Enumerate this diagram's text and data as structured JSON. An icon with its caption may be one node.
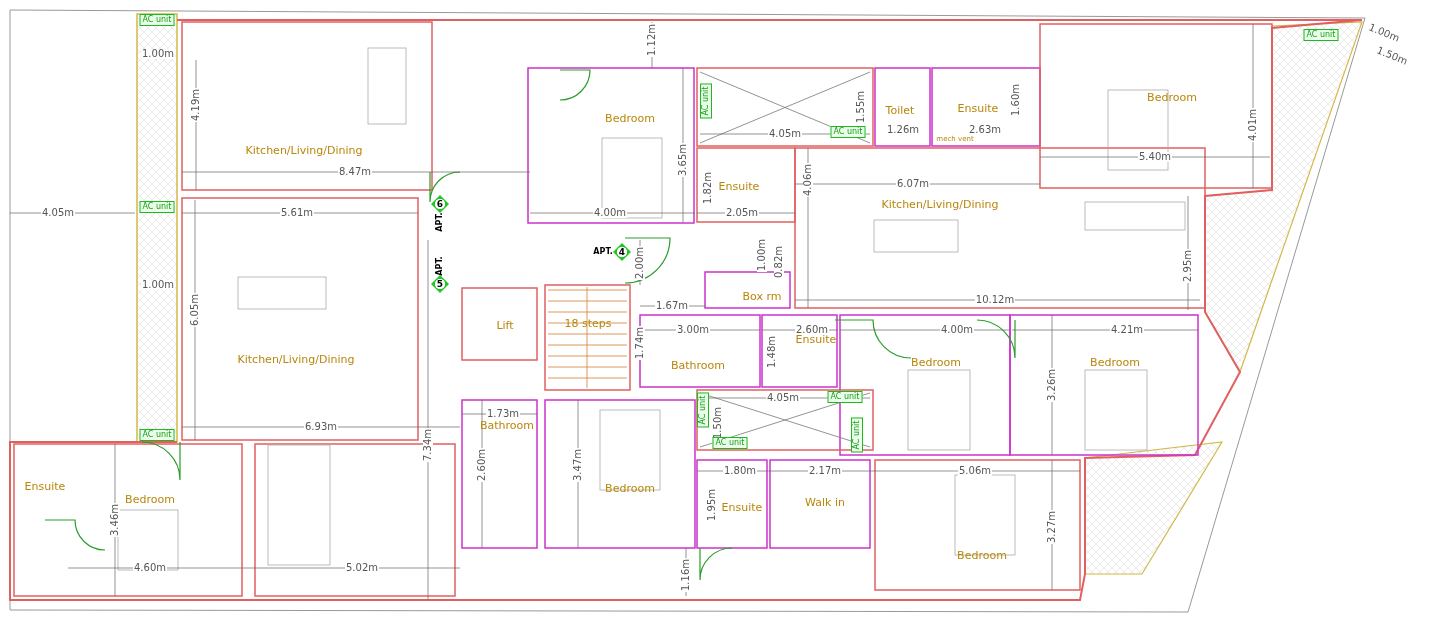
{
  "diagram": {
    "labels": [
      "AC unit",
      "1.12m",
      "AC unit",
      "1.00m",
      "1.50m",
      "1.00m",
      "Bedroom",
      "AC unit",
      "1.55m",
      "Toilet",
      "Ensuite",
      "1.60m",
      "Bedroom",
      "4.01m",
      "4.19m",
      "4.05m",
      "AC unit",
      "1.26m",
      "2.63m",
      "mech vent",
      "Kitchen/Living/Dining",
      "3.65m",
      "Ensuite",
      "1.82m",
      "6.07m",
      "5.40m",
      "8.47m",
      "4.06m",
      "Kitchen/Living/Dining",
      "4.05m",
      "AC unit",
      "5.61m",
      "APT.",
      "6",
      "4.00m",
      "2.05m",
      "APT.",
      "4",
      "2.00m",
      "1.00m",
      "0.82m",
      "2.95m",
      "1.00m",
      "APT.",
      "5",
      "Box rm",
      "1.67m",
      "10.12m",
      "6.05m",
      "Lift",
      "18 steps",
      "3.00m",
      "2.60m",
      "4.00m",
      "4.21m",
      "Ensuite",
      "1.74m",
      "1.48m",
      "Kitchen/Living/Dining",
      "Bathroom",
      "Bedroom",
      "Bedroom",
      "3.26m",
      "4.05m",
      "AC unit",
      "1.50m",
      "AC unit",
      "1.73m",
      "Bathroom",
      "AC unit",
      "6.93m",
      "7.34m",
      "AC unit",
      "AC unit",
      "2.60m",
      "3.47m",
      "1.80m",
      "2.17m",
      "5.06m",
      "Ensuite",
      "Bedroom",
      "Bedroom",
      "Ensuite",
      "Walk in",
      "1.95m",
      "3.46m",
      "3.27m",
      "Bedroom",
      "1.16m",
      "4.60m",
      "5.02m"
    ]
  }
}
